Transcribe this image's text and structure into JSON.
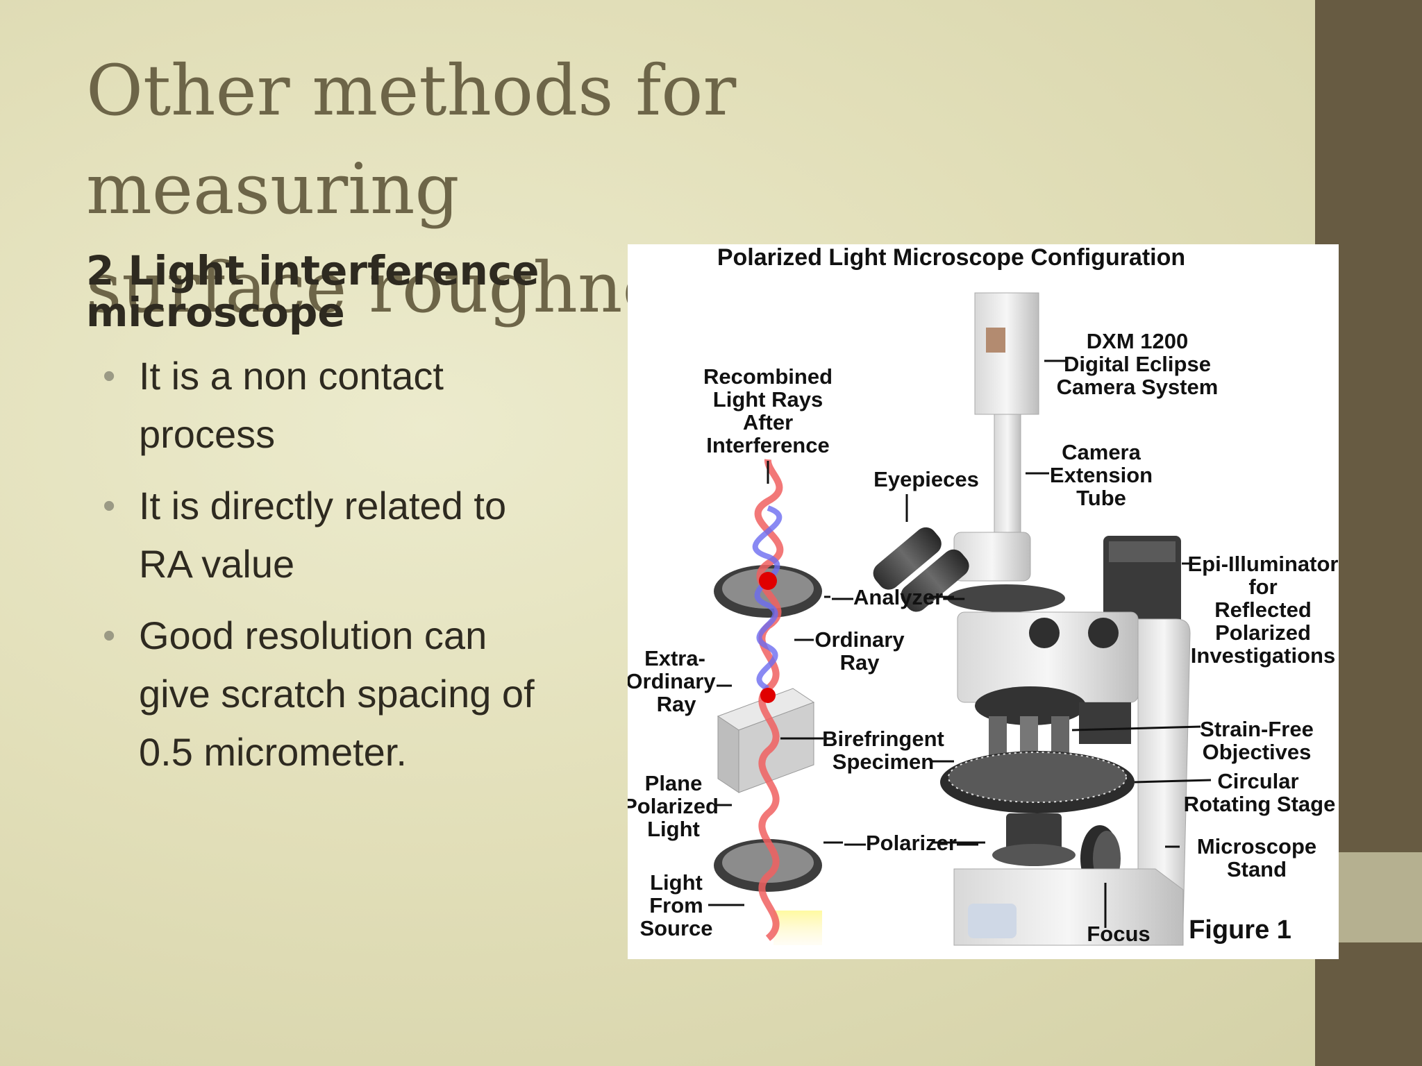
{
  "slide": {
    "title_lines": [
      "Other methods for measuring",
      "surface roughness"
    ],
    "subheading_lines": [
      "2 Light interference",
      "microscope"
    ],
    "bullets": [
      {
        "lines": [
          "It is a non contact",
          "process"
        ]
      },
      {
        "lines": [
          "It is directly related to",
          "RA value"
        ]
      },
      {
        "lines": [
          "Good resolution can",
          "give scratch spacing of",
          "0.5 micrometer."
        ]
      }
    ]
  },
  "figure": {
    "title": "Polarized Light Microscope Configuration",
    "caption": "Figure 1",
    "labels": {
      "dxm": [
        "DXM 1200",
        "Digital Eclipse",
        "Camera System"
      ],
      "recombined": [
        "Recombined",
        "Light Rays",
        "After",
        "Interference"
      ],
      "camera_ext": [
        "Camera",
        "Extension",
        "Tube"
      ],
      "eyepieces": "Eyepieces",
      "epi": [
        "Epi-Illuminator",
        "for",
        "Reflected",
        "Polarized",
        "Investigations"
      ],
      "analyzer": "Analyzer",
      "ordinary": [
        "Ordinary",
        "Ray"
      ],
      "extra": [
        "Extra-",
        "Ordinary",
        "Ray"
      ],
      "birefringent": [
        "Birefringent",
        "Specimen"
      ],
      "strain": [
        "Strain-Free",
        "Objectives"
      ],
      "plane": [
        "Plane",
        "Polarized",
        "Light"
      ],
      "circular": [
        "Circular",
        "Rotating Stage"
      ],
      "polarizer": "Polarizer",
      "stand": [
        "Microscope",
        "Stand"
      ],
      "light_source": [
        "Light",
        "From",
        "Source"
      ],
      "focus": "Focus"
    }
  },
  "colors": {
    "background": "#e2dfb9",
    "title": "#6d6548",
    "body_text": "#2e2a20",
    "bullet": "#9b9a85",
    "side_bar_dark": "#675b42",
    "side_bar_light": "#b5b090"
  }
}
